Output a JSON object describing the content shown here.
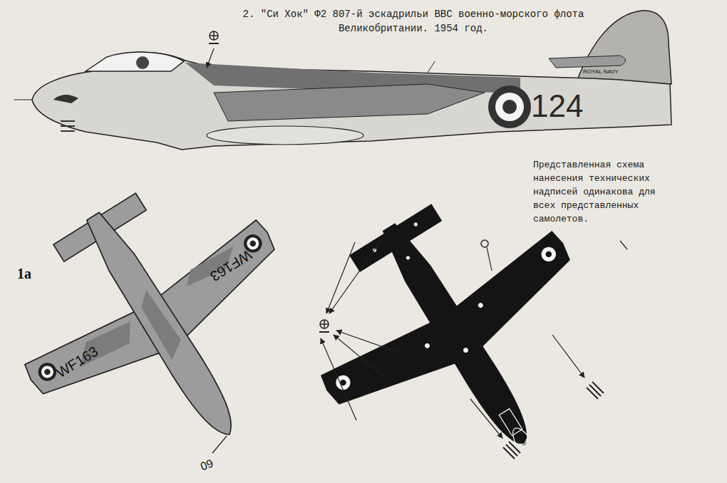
{
  "diagram": {
    "title": "2. \"Си Хок\" Ф2 807-й эскадрильи ВВС военно-морского флота Великобритании. 1954 год.",
    "labels": [
      "124",
      "ROYAL NAVY",
      "1a",
      "WF163",
      "WF163",
      "60",
      "Представленная схема нанесения технических надписей одинакова для всех представленных самолетов."
    ]
  }
}
